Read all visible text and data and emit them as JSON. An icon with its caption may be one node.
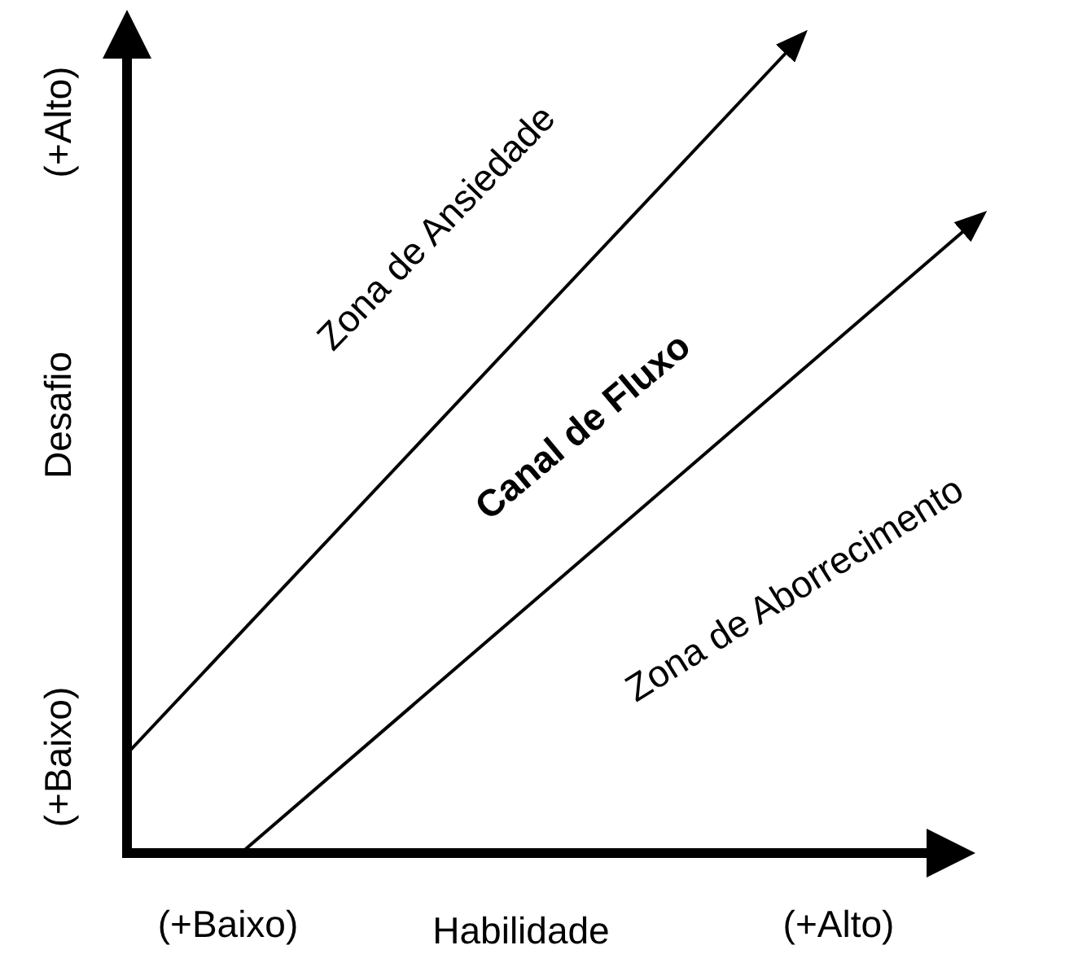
{
  "diagram": {
    "labels": [
      "(+Alto)",
      "Desafio",
      "(+Baixo)",
      "Zona de Ansiedade",
      "Canal de Fluxo",
      "Zona de Aborrecimento",
      "(+Baixo)",
      "Habilidade",
      "(+Alto)"
    ]
  }
}
